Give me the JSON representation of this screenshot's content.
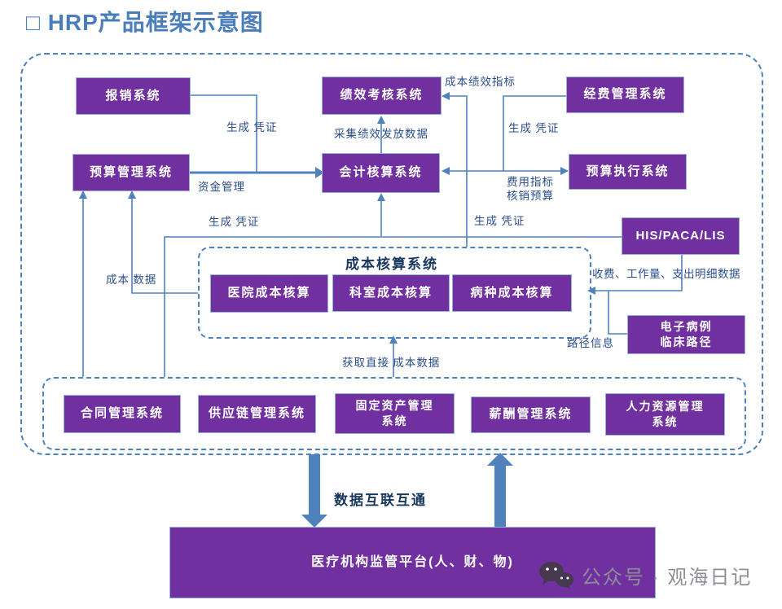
{
  "title": "□ HRP产品框架示意图",
  "nodes": {
    "reimbursement": "报销系统",
    "budget_mgmt": "预算管理系统",
    "performance": "绩效考核系统",
    "accounting": "会计核算系统",
    "funds_mgmt": "经费管理系统",
    "budget_exec": "预算执行系统",
    "his": "HIS/PACA/LIS",
    "hospital_cost": "医院成本核算",
    "dept_cost": "科室成本核算",
    "disease_cost": "病种成本核算",
    "emr": "电子病例\n临床路径",
    "contract": "合同管理系统",
    "supply_chain": "供应链管理系统",
    "fixed_assets": "固定资产管理\n系统",
    "salary": "薪酬管理系统",
    "hr": "人力资源管理\n系统",
    "platform": "医疗机构监管平台(人、财、物)"
  },
  "groups": {
    "cost_system_title": "成本核算系统"
  },
  "edge_labels": {
    "gen_voucher_reimb": "生成 凭证",
    "fund_mgmt": "资金管理",
    "gen_voucher_left": "生成 凭证",
    "collect_perf": "采集绩效发放数据",
    "cost_perf": "成本绩效指标",
    "gen_voucher_funds": "生成 凭证",
    "expense_offset": "费用指标\n核销预算",
    "gen_voucher_his": "生成 凭证",
    "cost_data": "成本 数据",
    "fee_workload": "收费、工作量、支出明细数据",
    "path_info": "路径信息",
    "direct_cost": "获取直接 成本数据",
    "interconnect": "数据互联互通"
  },
  "watermark": "公众号 · 观海日记",
  "colors": {
    "node_fill": "#7030a0",
    "node_border": "#95b3d7",
    "line_blue": "#4f81bd",
    "label_blue": "#2b4d8c",
    "title_blue": "#4a7ebb",
    "heading_navy": "#17375e"
  }
}
